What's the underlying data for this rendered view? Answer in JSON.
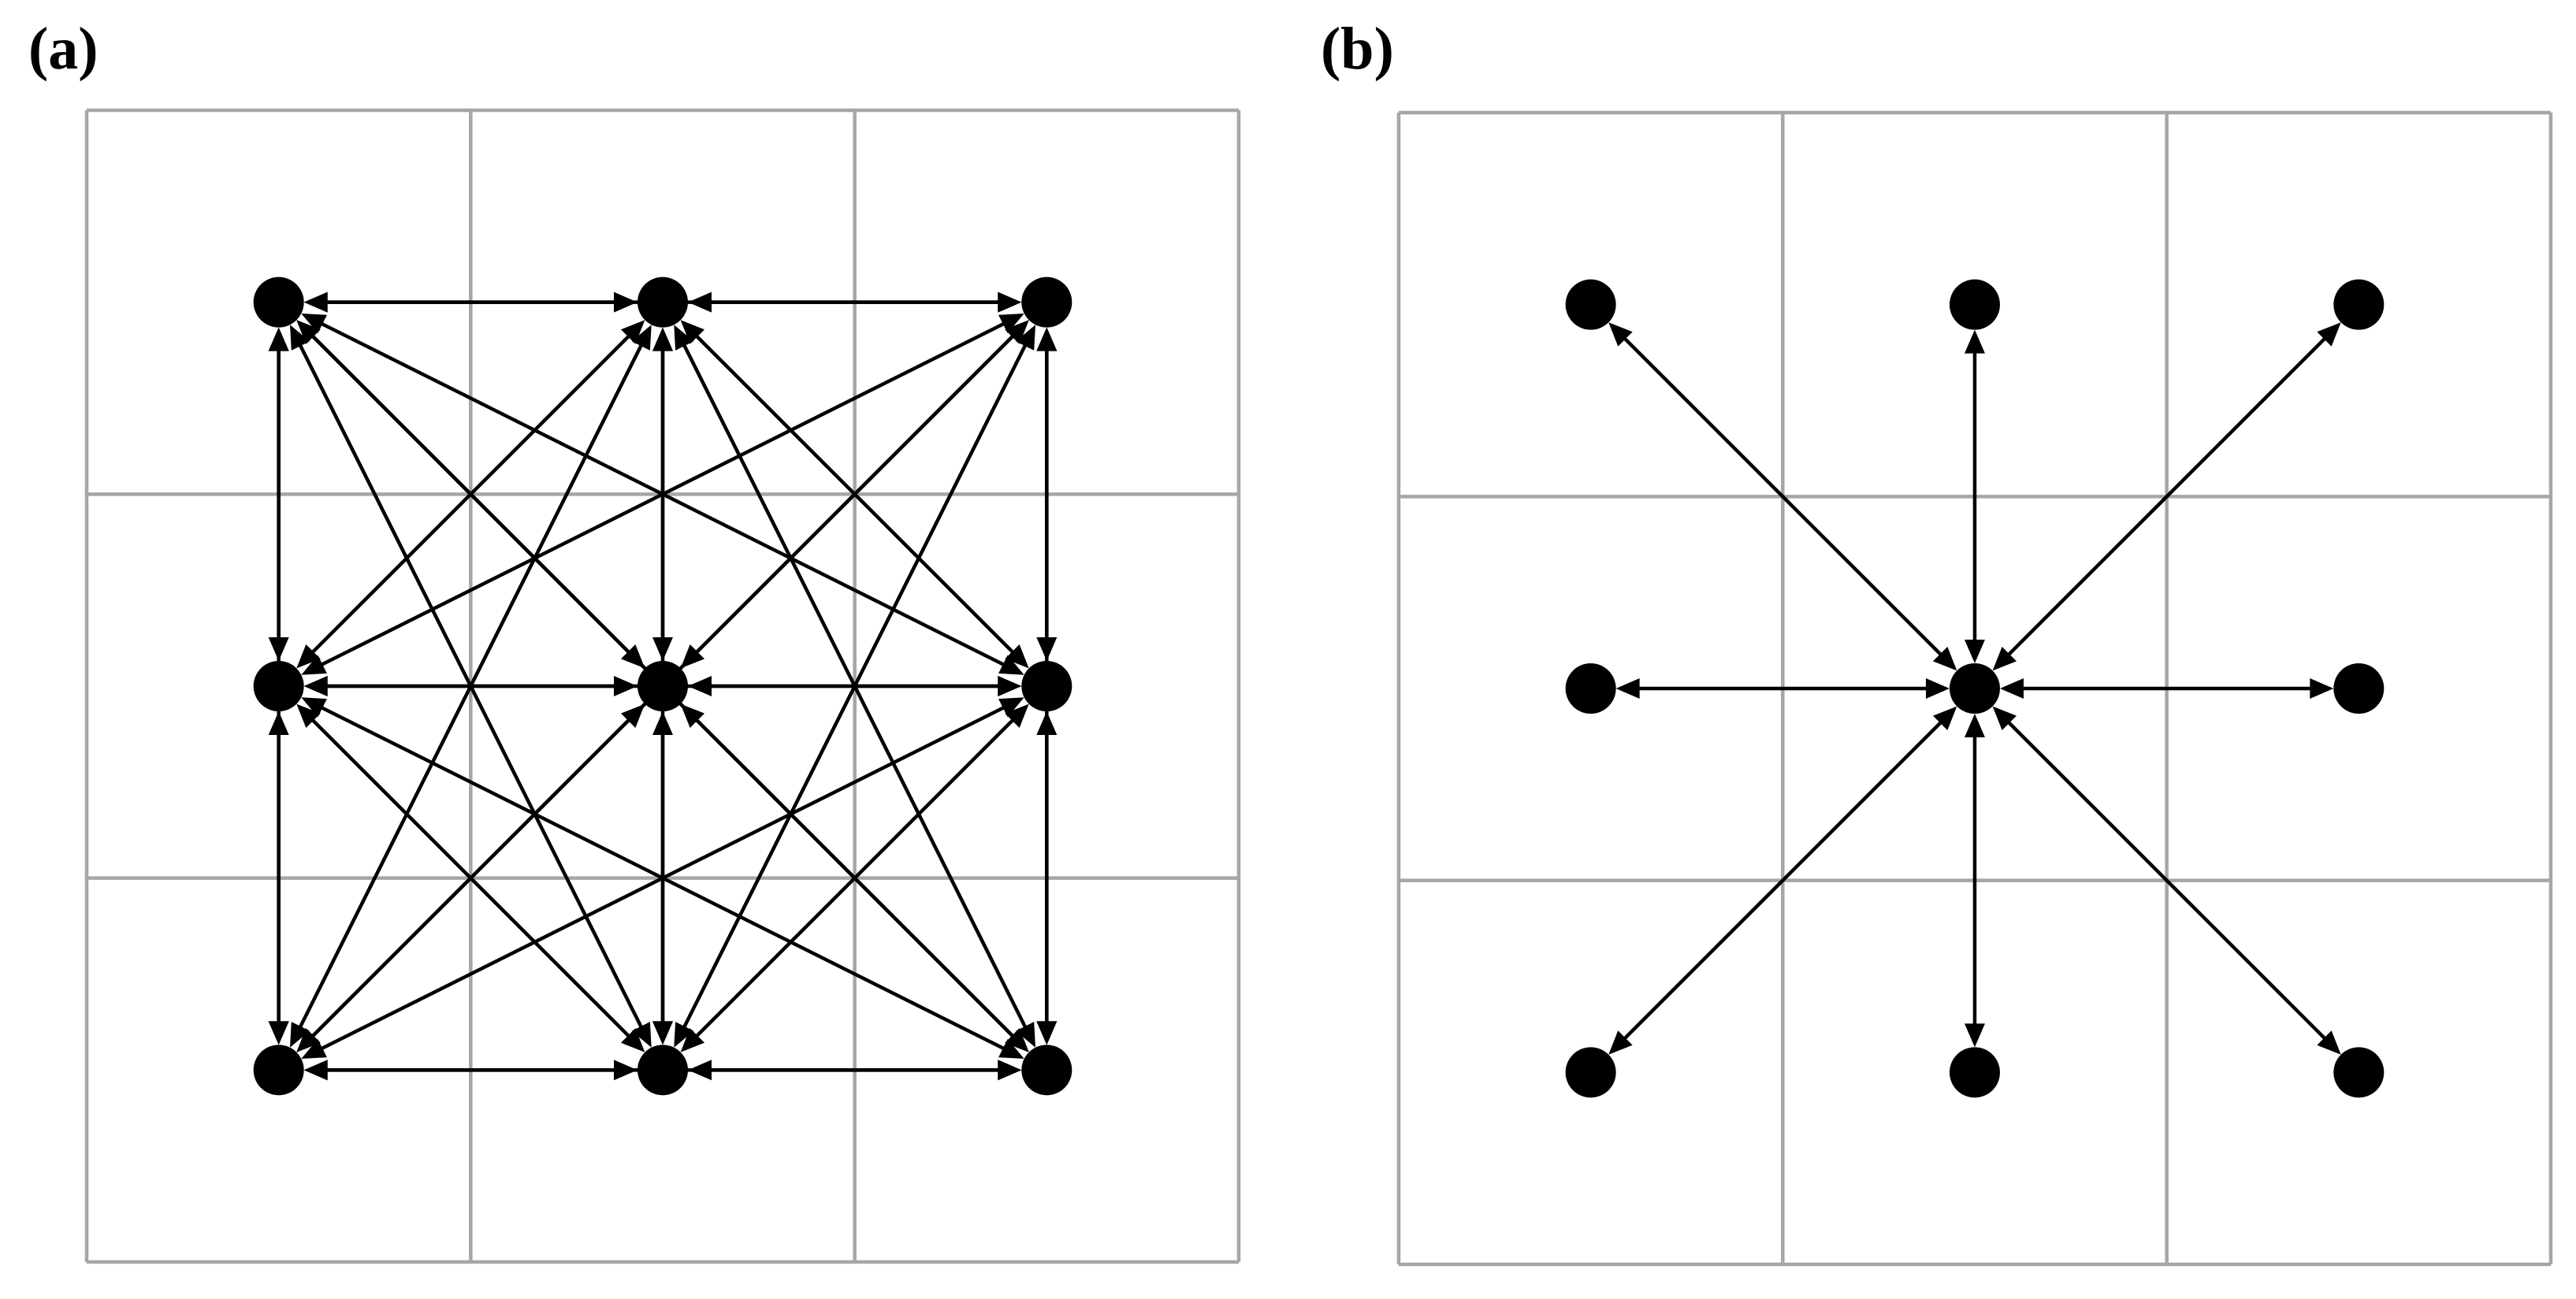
{
  "panel_a": {
    "label": "(a)",
    "grid": {
      "rows": 3,
      "cols": 3
    },
    "nodes": [
      {
        "id": "n0",
        "row": 0,
        "col": 0
      },
      {
        "id": "n1",
        "row": 0,
        "col": 1
      },
      {
        "id": "n2",
        "row": 0,
        "col": 2
      },
      {
        "id": "n3",
        "row": 1,
        "col": 0
      },
      {
        "id": "n4",
        "row": 1,
        "col": 1
      },
      {
        "id": "n5",
        "row": 1,
        "col": 2
      },
      {
        "id": "n6",
        "row": 2,
        "col": 0
      },
      {
        "id": "n7",
        "row": 2,
        "col": 1
      },
      {
        "id": "n8",
        "row": 2,
        "col": 2
      }
    ],
    "connectivity": "all-pairs",
    "arrowheads": "both-ends"
  },
  "panel_b": {
    "label": "(b)",
    "grid": {
      "rows": 3,
      "cols": 3
    },
    "nodes": [
      {
        "id": "n0",
        "row": 0,
        "col": 0
      },
      {
        "id": "n1",
        "row": 0,
        "col": 1
      },
      {
        "id": "n2",
        "row": 0,
        "col": 2
      },
      {
        "id": "n3",
        "row": 1,
        "col": 0
      },
      {
        "id": "n4",
        "row": 1,
        "col": 1
      },
      {
        "id": "n5",
        "row": 1,
        "col": 2
      },
      {
        "id": "n6",
        "row": 2,
        "col": 0
      },
      {
        "id": "n7",
        "row": 2,
        "col": 1
      },
      {
        "id": "n8",
        "row": 2,
        "col": 2
      }
    ],
    "connectivity": "center-to-neighbors",
    "center_node": "n4",
    "arrowheads": "both-ends"
  },
  "colors": {
    "grid_line": "#a6a6a6",
    "node": "#000000",
    "edge": "#000000",
    "background": "#ffffff"
  }
}
